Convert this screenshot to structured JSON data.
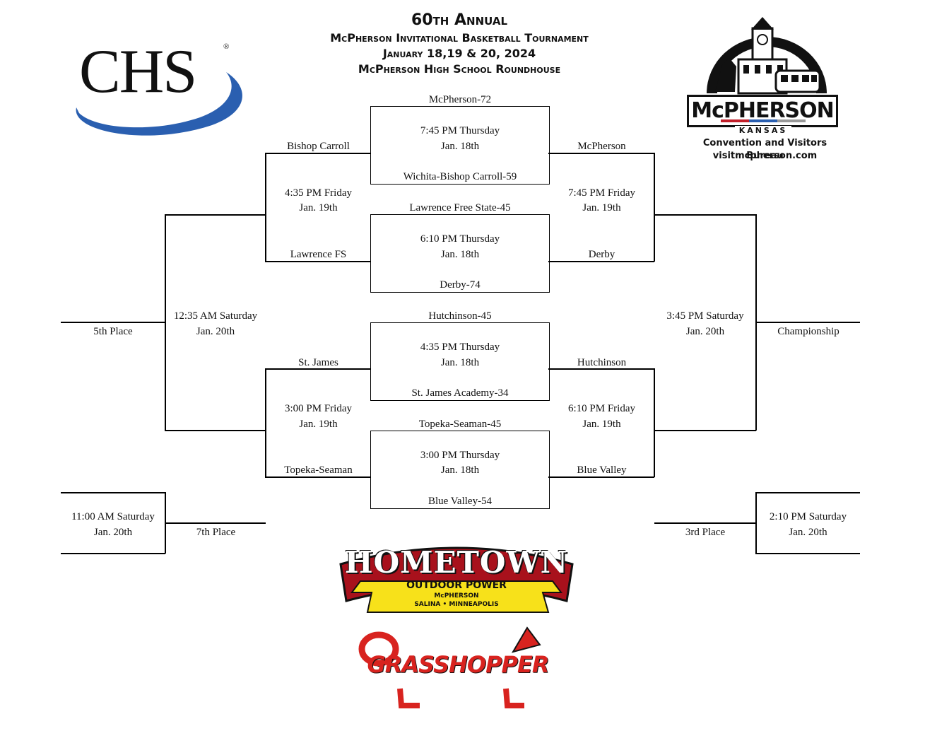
{
  "header": {
    "line1": "60th Annual",
    "line2": "McPherson Invitational Basketball Tournament",
    "line3": "January 18,19 & 20, 2024",
    "line4": "McPherson High School Roundhouse"
  },
  "logos": {
    "chs": {
      "text": "CHS",
      "reg": "®"
    },
    "mcpherson": {
      "name": "McPHERSON",
      "state": "KANSAS",
      "bureau": "Convention and Visitors Bureau",
      "url": "visitmcpherson.com"
    },
    "hometown": {
      "word": "HOMETOWN",
      "sub": "OUTDOOR POWER",
      "city": "McPHERSON",
      "cities": "SALINA • MINNEAPOLIS"
    },
    "grasshopper": {
      "word": "GRASSHOPPER"
    }
  },
  "games": {
    "g1": {
      "top": "McPherson-72",
      "time": "7:45 PM Thursday",
      "date": "Jan. 18th",
      "bottom": "Wichita-Bishop Carroll-59"
    },
    "g2": {
      "top": "Lawrence Free State-45",
      "time": "6:10 PM Thursday",
      "date": "Jan. 18th",
      "bottom": "Derby-74"
    },
    "g3": {
      "top": "Hutchinson-45",
      "time": "4:35 PM Thursday",
      "date": "Jan. 18th",
      "bottom": "St. James Academy-34"
    },
    "g4": {
      "top": "Topeka-Seaman-45",
      "time": "3:00 PM Thursday",
      "date": "Jan. 18th",
      "bottom": "Blue Valley-54"
    }
  },
  "consolation_top": {
    "team1": "Bishop Carroll",
    "team2": "Lawrence FS",
    "time": "4:35 PM Friday",
    "date": "Jan. 19th"
  },
  "consolation_bottom": {
    "team1": "St. James",
    "team2": "Topeka-Seaman",
    "time": "3:00 PM Friday",
    "date": "Jan. 19th"
  },
  "semi_top": {
    "team1": "McPherson",
    "team2": "Derby",
    "time": "7:45 PM Friday",
    "date": "Jan. 19th"
  },
  "semi_bottom": {
    "team1": "Hutchinson",
    "team2": "Blue Valley",
    "time": "6:10 PM Friday",
    "date": "Jan. 19th"
  },
  "fifth_game": {
    "time": "12:35 AM Saturday",
    "date": "Jan. 20th",
    "label": "5th Place"
  },
  "championship": {
    "time": "3:45 PM Saturday",
    "date": "Jan. 20th",
    "label": "Championship"
  },
  "seventh_game": {
    "time": "11:00 AM Saturday",
    "date": "Jan. 20th",
    "label": "7th Place"
  },
  "third_game": {
    "time": "2:10 PM Saturday",
    "date": "Jan. 20th",
    "label": "3rd Place"
  }
}
